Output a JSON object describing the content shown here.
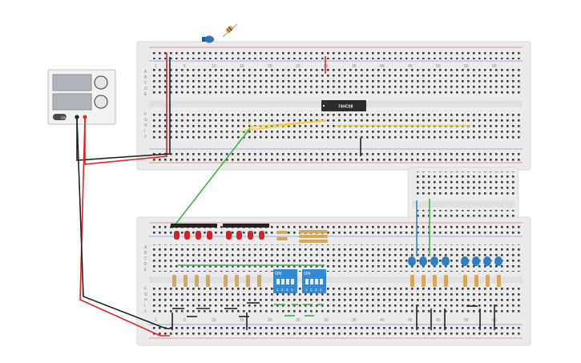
{
  "supply": {
    "power_label": "ON"
  },
  "ic": {
    "label": "74HC08"
  },
  "dip_switches": [
    {
      "label": "ON",
      "pins": [
        "1",
        "2",
        "3",
        "4"
      ]
    },
    {
      "label": "ON",
      "pins": [
        "1",
        "2",
        "3",
        "4"
      ]
    }
  ],
  "breadboard_top": {
    "column_numbers": [
      "1",
      "5",
      "10",
      "15",
      "20",
      "25",
      "30",
      "35",
      "40",
      "45",
      "50",
      "55",
      "60"
    ],
    "row_letters_top": [
      "A",
      "B",
      "C",
      "D",
      "E"
    ],
    "row_letters_bottom": [
      "F",
      "G",
      "H",
      "I",
      "J"
    ]
  },
  "breadboard_bottom": {
    "column_numbers": [
      "1",
      "5",
      "10",
      "15",
      "20",
      "25",
      "30",
      "35",
      "40",
      "45",
      "50",
      "55",
      "60"
    ],
    "row_letters_top": [
      "A",
      "B",
      "C",
      "D",
      "E"
    ],
    "row_letters_bottom": [
      "F",
      "G",
      "H",
      "I",
      "J"
    ]
  },
  "colors": {
    "red_wire": "#e02525",
    "black_wire": "#222222",
    "yellow_wire": "#f2d03b",
    "green_wire": "#3db34a",
    "blue_wire": "#2d8bd6",
    "led_red": "#c8262c",
    "led_blue": "#2f7fc0",
    "dip_blue": "#2f8bd8",
    "breadboard": "#ebebeb"
  }
}
